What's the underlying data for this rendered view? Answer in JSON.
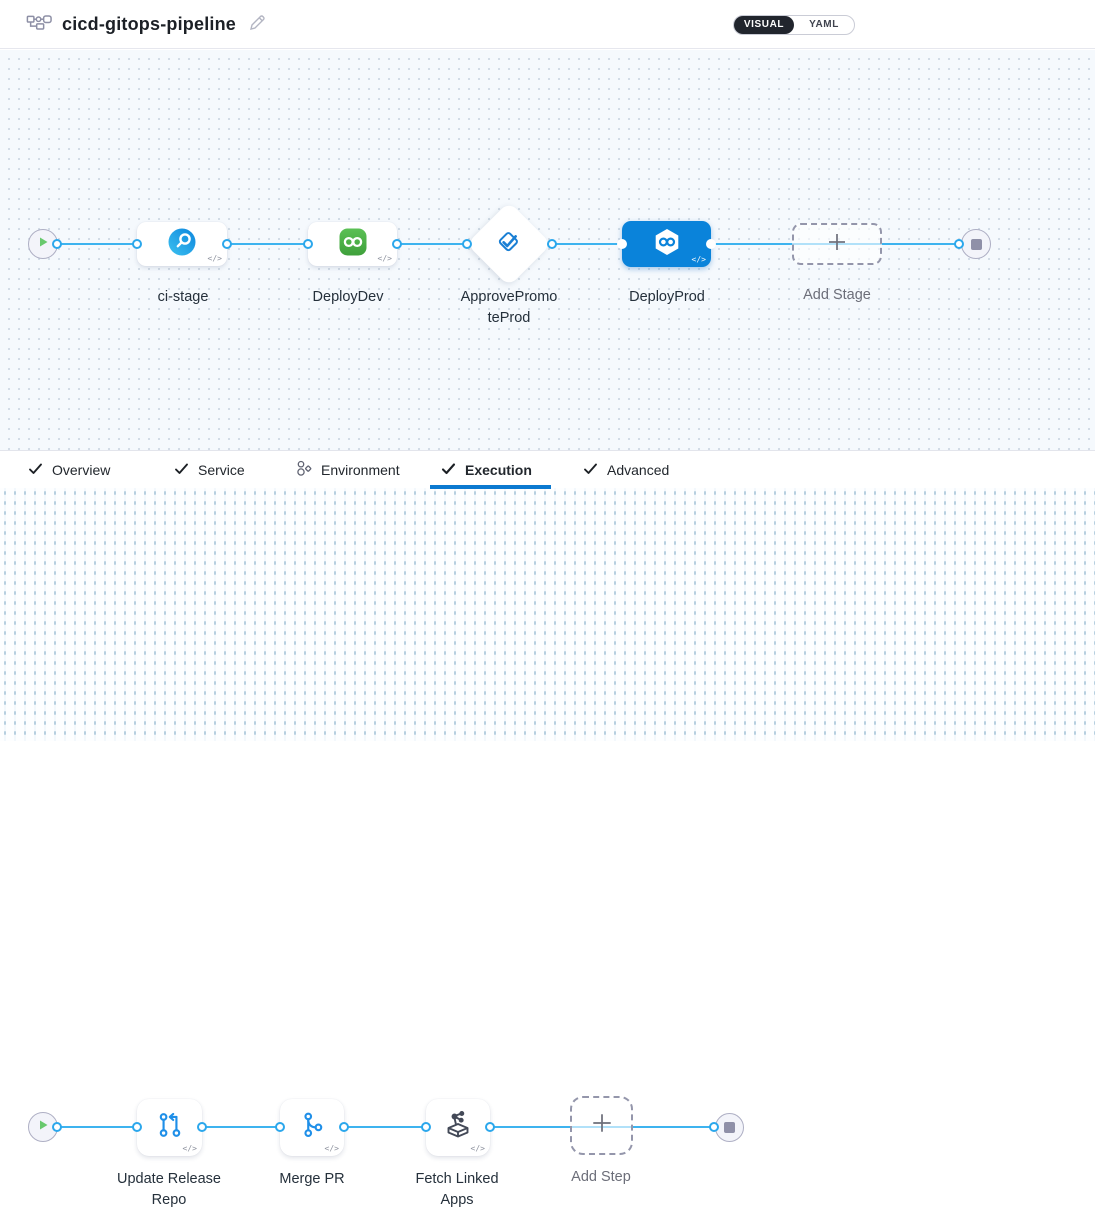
{
  "header": {
    "title": "cicd-gitops-pipeline",
    "toggle": {
      "visual": "VISUAL",
      "yaml": "YAML",
      "selected": "VISUAL"
    }
  },
  "stage_pipeline": {
    "stages": [
      {
        "label": "ci-stage",
        "type": "ci-build-stage",
        "selected": false
      },
      {
        "label": "DeployDev",
        "type": "cd-deploy-stage",
        "selected": false
      },
      {
        "label": "ApprovePromoteProd",
        "type": "approval-stage",
        "selected": false
      },
      {
        "label": "DeployProd",
        "type": "cd-deploy-stage",
        "selected": true
      }
    ],
    "add_stage_label": "Add Stage",
    "code_chip": "</>"
  },
  "tabs": [
    {
      "label": "Overview",
      "icon": "check",
      "active": false
    },
    {
      "label": "Service",
      "icon": "check",
      "active": false
    },
    {
      "label": "Environment",
      "icon": "environment",
      "active": false
    },
    {
      "label": "Execution",
      "icon": "check",
      "active": true
    },
    {
      "label": "Advanced",
      "icon": "check",
      "active": false
    }
  ],
  "execution_steps": {
    "steps": [
      {
        "label": "Update Release Repo",
        "type": "update-release-repo-step"
      },
      {
        "label": "Merge PR",
        "type": "merge-pr-step"
      },
      {
        "label": "Fetch Linked Apps",
        "type": "fetch-linked-apps-step"
      }
    ],
    "add_step_label": "Add Step",
    "code_chip": "</>"
  },
  "colors": {
    "selected_stage_blue": "#0a83da",
    "connector_blue": "#3db3ef",
    "tab_underline_blue": "#0b79d0",
    "toggle_dark": "#21252d",
    "play_green": "#68c96d",
    "stop_gray": "#8f90a8",
    "deploy_green": "#4cb04a",
    "canvas_dot_blue": "#c6d3e0"
  }
}
